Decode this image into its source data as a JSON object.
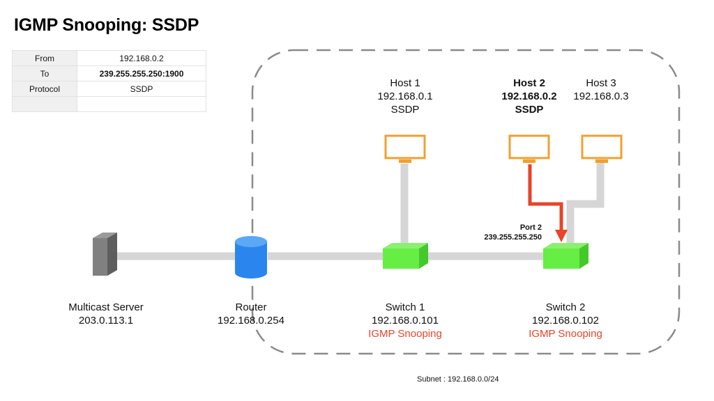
{
  "title": "IGMP Snooping: SSDP",
  "packet_table": [
    {
      "key": "From",
      "value": "192.168.0.2"
    },
    {
      "key": "To",
      "value": "239.255.255.250:1900"
    },
    {
      "key": "Protocol",
      "value": "SSDP"
    },
    {
      "key": "",
      "value": ""
    }
  ],
  "nodes": {
    "multicast_server": {
      "name": "Multicast Server",
      "ip": "203.0.113.1"
    },
    "router": {
      "name": "Router",
      "ip": "192.168.0.254"
    },
    "switch1": {
      "name": "Switch 1",
      "ip": "192.168.0.101",
      "feature": "IGMP Snooping"
    },
    "switch2": {
      "name": "Switch 2",
      "ip": "192.168.0.102",
      "feature": "IGMP Snooping"
    },
    "host1": {
      "name": "Host 1",
      "ip": "192.168.0.1",
      "protocol": "SSDP"
    },
    "host2": {
      "name": "Host 2",
      "ip": "192.168.0.2",
      "protocol": "SSDP"
    },
    "host3": {
      "name": "Host 3",
      "ip": "192.168.0.3"
    }
  },
  "port_label": {
    "port": "Port 2",
    "group": "239.255.255.250"
  },
  "subnet": "Subnet : 192.168.0.0/24",
  "colors": {
    "link": "#d6d6d6",
    "host": "#f0a030",
    "switch": "#66ee44",
    "router": "#2a86ee",
    "server": "#7d7d7d",
    "active_path": "#e8442a",
    "highlight_text": "#e8442a",
    "subnet_border": "#8a8a8a"
  }
}
